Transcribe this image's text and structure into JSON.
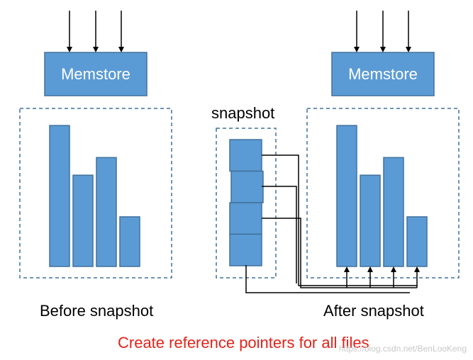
{
  "left_panel": {
    "memstore_label": "Memstore",
    "caption": "Before snapshot",
    "file_heights": [
      0.88,
      0.57,
      0.68,
      0.31
    ]
  },
  "middle_panel": {
    "snapshot_label": "snapshot",
    "segment_count": 4
  },
  "right_panel": {
    "memstore_label": "Memstore",
    "caption": "After snapshot",
    "file_heights": [
      0.88,
      0.57,
      0.68,
      0.31
    ]
  },
  "footer": {
    "caption": "Create reference pointers for all files",
    "watermark": "https://blog.csdn.net/BenLooKeng"
  },
  "colors": {
    "box_fill": "#5b9bd5",
    "box_stroke": "#41719c",
    "dashed_border": "#41719c",
    "caption_red": "#e2231a",
    "line": "#000000"
  },
  "icons": {
    "arrow": "arrow-down-icon",
    "arrow_up": "arrow-up-icon"
  }
}
